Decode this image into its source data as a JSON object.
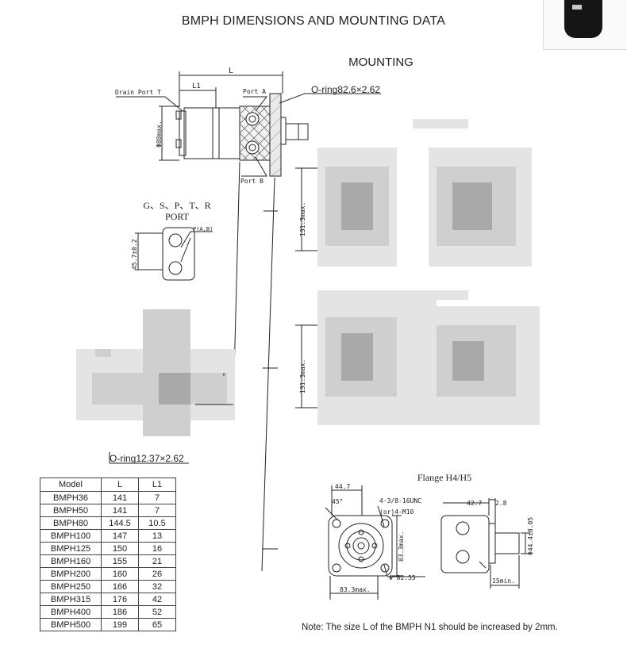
{
  "page_title": "BMPH DIMENSIONS AND  MOUNTING DATA",
  "mounting_title": "MOUNTING",
  "callouts": {
    "oring_main": "O-ring82.6×2.62",
    "oring_small": "O-ring12.37×2.62",
    "drain_port": "Drain Port T",
    "port_a": "Port A",
    "port_b": "Port B",
    "dim_L": "L",
    "dim_L1": "L1",
    "dia_88": "Φ88max.",
    "port_types": "G、S、P、T、R",
    "port_word": "PORT",
    "port_p": "P(A,B)",
    "dim_457": "45.7±0.2",
    "dim_1313_a": "131.3max.",
    "dim_1313_b": "131.3max.",
    "flange_label": "Flange  H4/H5",
    "dim_447": "44.7",
    "angle_45": "45°",
    "thread_unc": "4-3/8-16UNC",
    "thread_m10": "(or)4-M10",
    "dim_833_v": "83.3max.",
    "dim_833_h": "83.3max.",
    "dia_8255": "Φ 82.55",
    "dim_427": "42.7",
    "dim_28": "2.8",
    "dia_444": "Φ44.4±0.05",
    "dim_15": "15min."
  },
  "table": {
    "headers": [
      "Model",
      "L",
      "L1"
    ],
    "rows": [
      [
        "BMPH36",
        "141",
        "7"
      ],
      [
        "BMPH50",
        "141",
        "7"
      ],
      [
        "BMPH80",
        "144.5",
        "10.5"
      ],
      [
        "BMPH100",
        "147",
        "13"
      ],
      [
        "BMPH125",
        "150",
        "16"
      ],
      [
        "BMPH160",
        "155",
        "21"
      ],
      [
        "BMPH200",
        "160",
        "26"
      ],
      [
        "BMPH250",
        "166",
        "32"
      ],
      [
        "BMPH315",
        "176",
        "42"
      ],
      [
        "BMPH400",
        "186",
        "52"
      ],
      [
        "BMPH500",
        "199",
        "65"
      ]
    ]
  },
  "note": "Note: The size L of the BMPH N1 should be increased by 2mm."
}
